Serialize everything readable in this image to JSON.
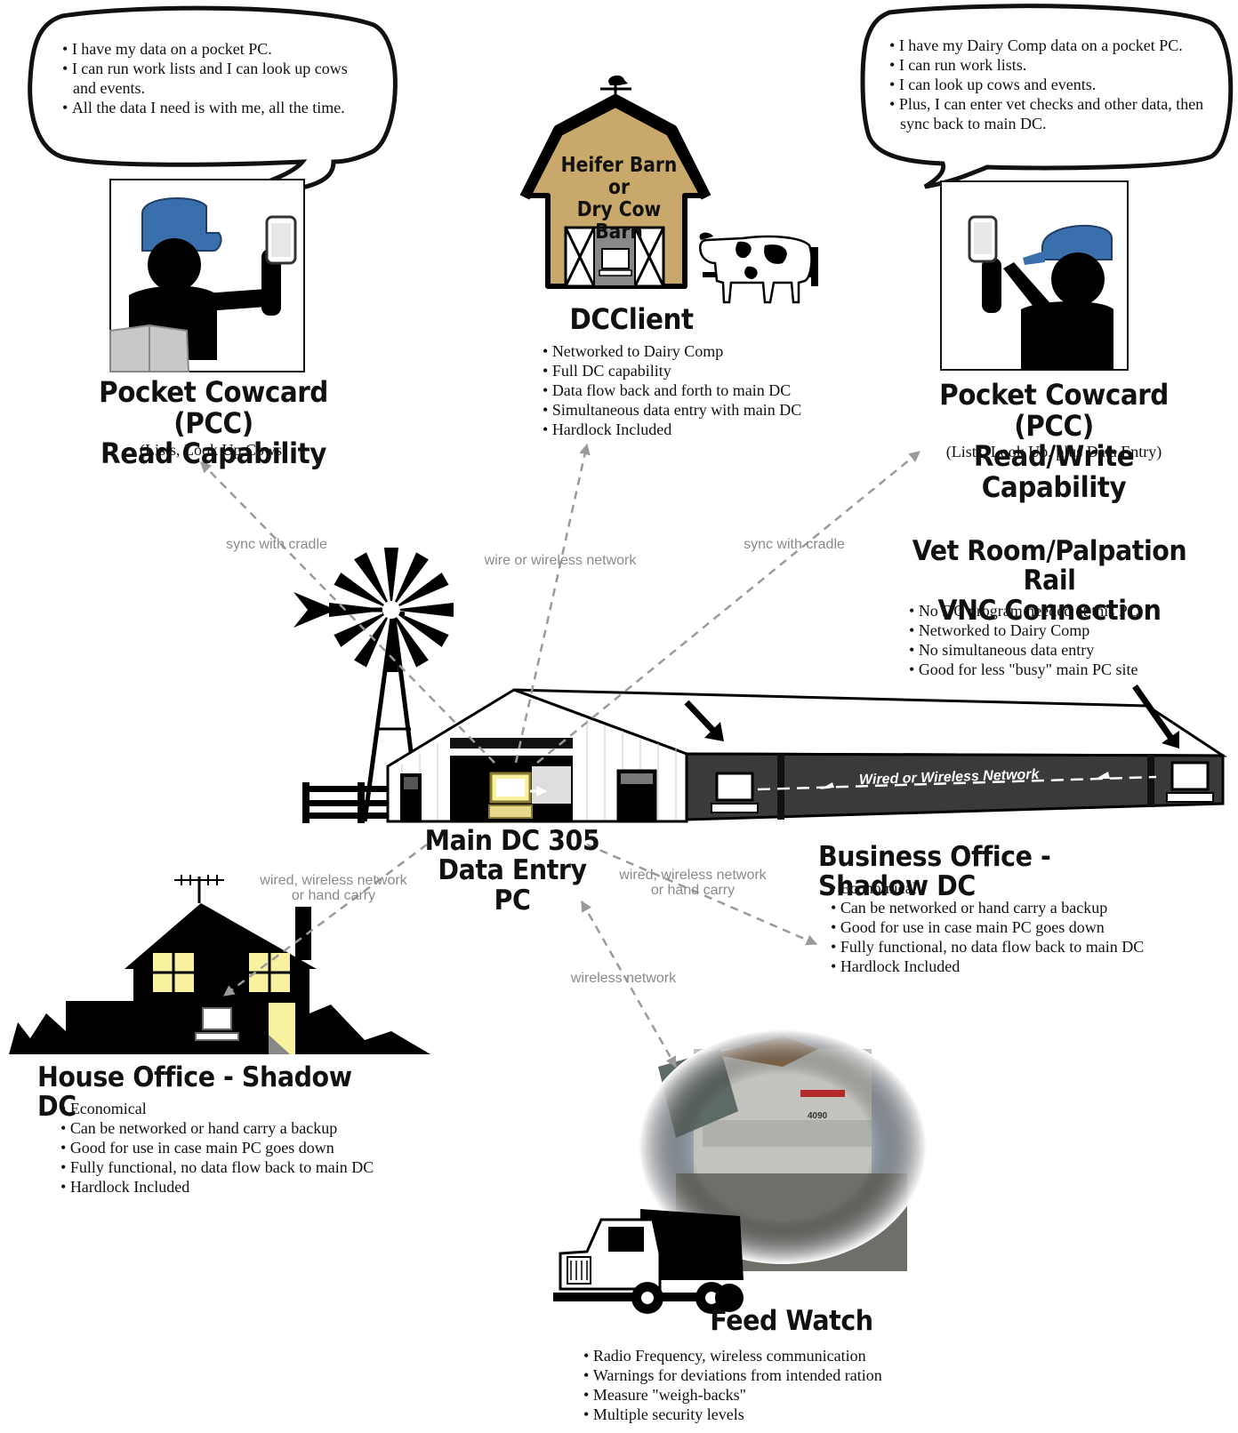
{
  "bubbles": {
    "left": [
      "I have my data on a pocket PC.",
      "I can run work lists and I can look up cows and events.",
      "All the data I need is with me, all the time."
    ],
    "right": [
      "I have my Dairy Comp data on a pocket PC.",
      "I can run work lists.",
      "I can look up cows and events.",
      "Plus, I can enter vet checks and other data, then sync back to main DC."
    ]
  },
  "pcc_read": {
    "title_line1": "Pocket Cowcard (PCC)",
    "title_line2": "Read Capability",
    "subtitle": "(Lists, Look Up Cows)"
  },
  "pcc_write": {
    "title_line1": "Pocket Cowcard (PCC)",
    "title_line2": "Read/Write Capability",
    "subtitle": "(Lists, Look Up, plus Data Entry)"
  },
  "heifer_barn": {
    "line1": "Heifer Barn",
    "line2": "or",
    "line3": "Dry Cow Barn"
  },
  "dcclient": {
    "title": "DCClient",
    "bullets": [
      "Networked to Dairy Comp",
      "Full DC capability",
      "Data flow back and forth to main DC",
      "Simultaneous data entry with main DC",
      "Hardlock Included"
    ]
  },
  "vet_room": {
    "title_line1": "Vet Room/Palpation Rail",
    "title_line2": "VNC Connection",
    "bullets": [
      "No DC program needed at this PC",
      "Networked to Dairy Comp",
      "No simultaneous data entry",
      "Good for less \"busy\" main PC site"
    ]
  },
  "barn_network_label": "Wired or Wireless Network",
  "main_dc": {
    "title_line1": "Main DC 305",
    "title_line2": "Data Entry PC"
  },
  "business_office": {
    "title": "Business Office - Shadow DC",
    "bullets": [
      "Economical",
      "Can be networked or hand carry a backup",
      "Good for use in case main PC goes down",
      "Fully functional, no data flow back to main DC",
      "Hardlock Included"
    ]
  },
  "house_office": {
    "title": "House Office - Shadow DC",
    "bullets": [
      "Economical",
      "Can be networked or hand carry a backup",
      "Good for use in case main PC goes down",
      "Fully functional, no data flow back to main DC",
      "Hardlock Included"
    ]
  },
  "feed_watch": {
    "title": "Feed Watch",
    "bullets": [
      "Radio Frequency, wireless communication",
      "Warnings for deviations from intended ration",
      "Measure \"weigh-backs\"",
      "Multiple security levels"
    ],
    "truck_label": "4090"
  },
  "links": {
    "sync_left": "sync with cradle",
    "sync_right": "sync with cradle",
    "wire_wireless": "wire or wireless network",
    "house_line1": "wired, wireless network",
    "house_line2": "or hand carry",
    "business_line1": "wired, wireless network",
    "business_line2": "or hand carry",
    "feed": "wireless network"
  },
  "colors": {
    "cap_blue": "#3a6fae",
    "barn_tan": "#c9a86b",
    "window_yellow": "#f7f1a0",
    "arrow_gray": "#9a9a9a"
  },
  "icons": [
    "windmill-icon",
    "weathervane-icon",
    "cow-icon",
    "computer-icon",
    "pocket-pc-icon",
    "farmer-icon",
    "house-icon",
    "dump-truck-icon",
    "feed-mixer-photo"
  ]
}
